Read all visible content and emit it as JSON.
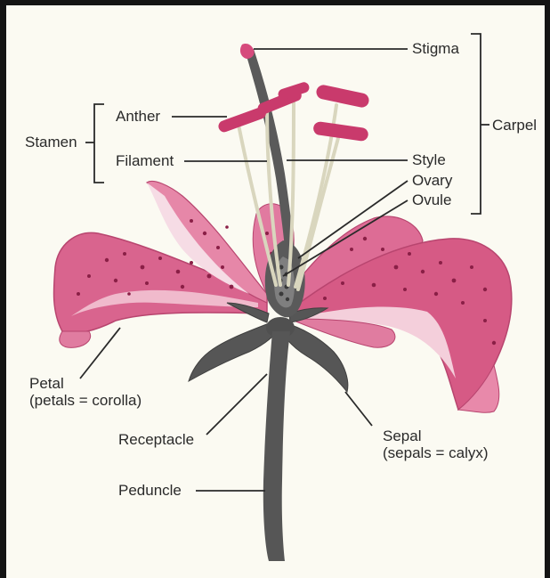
{
  "labels": {
    "stigma": "Stigma",
    "carpel": "Carpel",
    "stamen": "Stamen",
    "anther": "Anther",
    "filament": "Filament",
    "style": "Style",
    "ovary": "Ovary",
    "ovule": "Ovule",
    "petal_line1": "Petal",
    "petal_line2": "(petals = corolla)",
    "receptacle": "Receptacle",
    "sepal_line1": "Sepal",
    "sepal_line2": "(sepals = calyx)",
    "peduncle": "Peduncle"
  },
  "colors": {
    "petal_pink": "#d65a85",
    "petal_light": "#f2c7d4",
    "spot_dark": "#8a1f46",
    "stem_gray": "#565656",
    "filament_pale": "#d9d6be",
    "leader_line": "#2a2a2a"
  }
}
